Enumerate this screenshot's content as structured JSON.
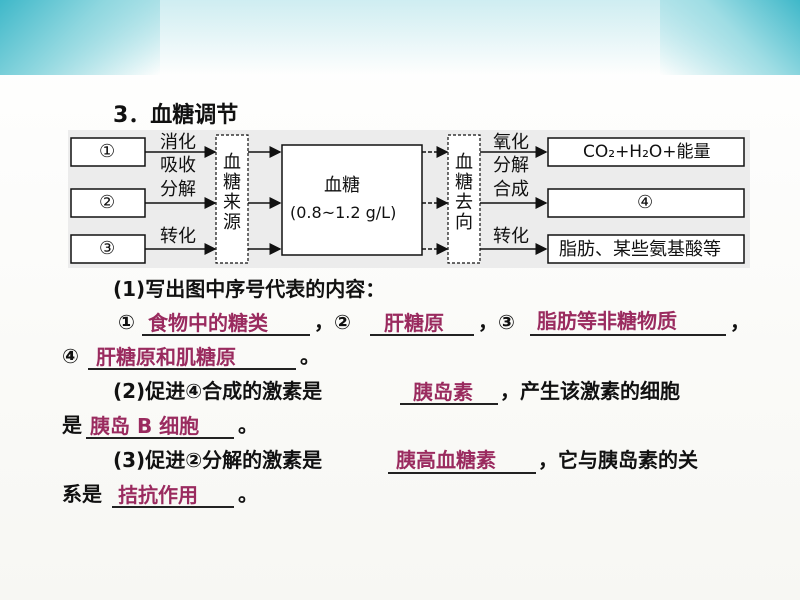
{
  "title": "3．血糖调节",
  "diagram": {
    "left_boxes": [
      "①",
      "②",
      "③"
    ],
    "source_labels": [
      "消化",
      "吸收",
      "分解",
      "转化"
    ],
    "source_title": "血糖来源",
    "center_title": "血糖",
    "center_range": "(0.8~1.2 g/L)",
    "sink_title": "血糖去向",
    "sink_labels": [
      "氧化",
      "分解",
      "合成",
      "转化"
    ],
    "right_box_1": "CO₂+H₂O+能量",
    "right_box_2": "④",
    "right_box_3": "脂肪、某些氨基酸等"
  },
  "q1": {
    "prompt": "(1)写出图中序号代表的内容：",
    "n1": "①",
    "a1": "食物中的糖类",
    "sep1": "，②",
    "a2": "肝糖原",
    "sep2": "，③",
    "a3": "脂肪等非糖物质",
    "sep3": "，",
    "n4": "④",
    "a4": "肝糖原和肌糖原",
    "end": "。"
  },
  "q2": {
    "prompt": "(2)促进④合成的激素是",
    "a1": "胰岛素",
    "mid": "，产生该激素的细胞",
    "prefix2": "是",
    "a2": "胰岛 B 细胞",
    "end": "。"
  },
  "q3": {
    "prompt": "(3)促进②分解的激素是",
    "a1": "胰高血糖素",
    "mid": "，它与胰岛素的关",
    "prefix2": "系是",
    "a2": "拮抗作用",
    "end": "。"
  }
}
